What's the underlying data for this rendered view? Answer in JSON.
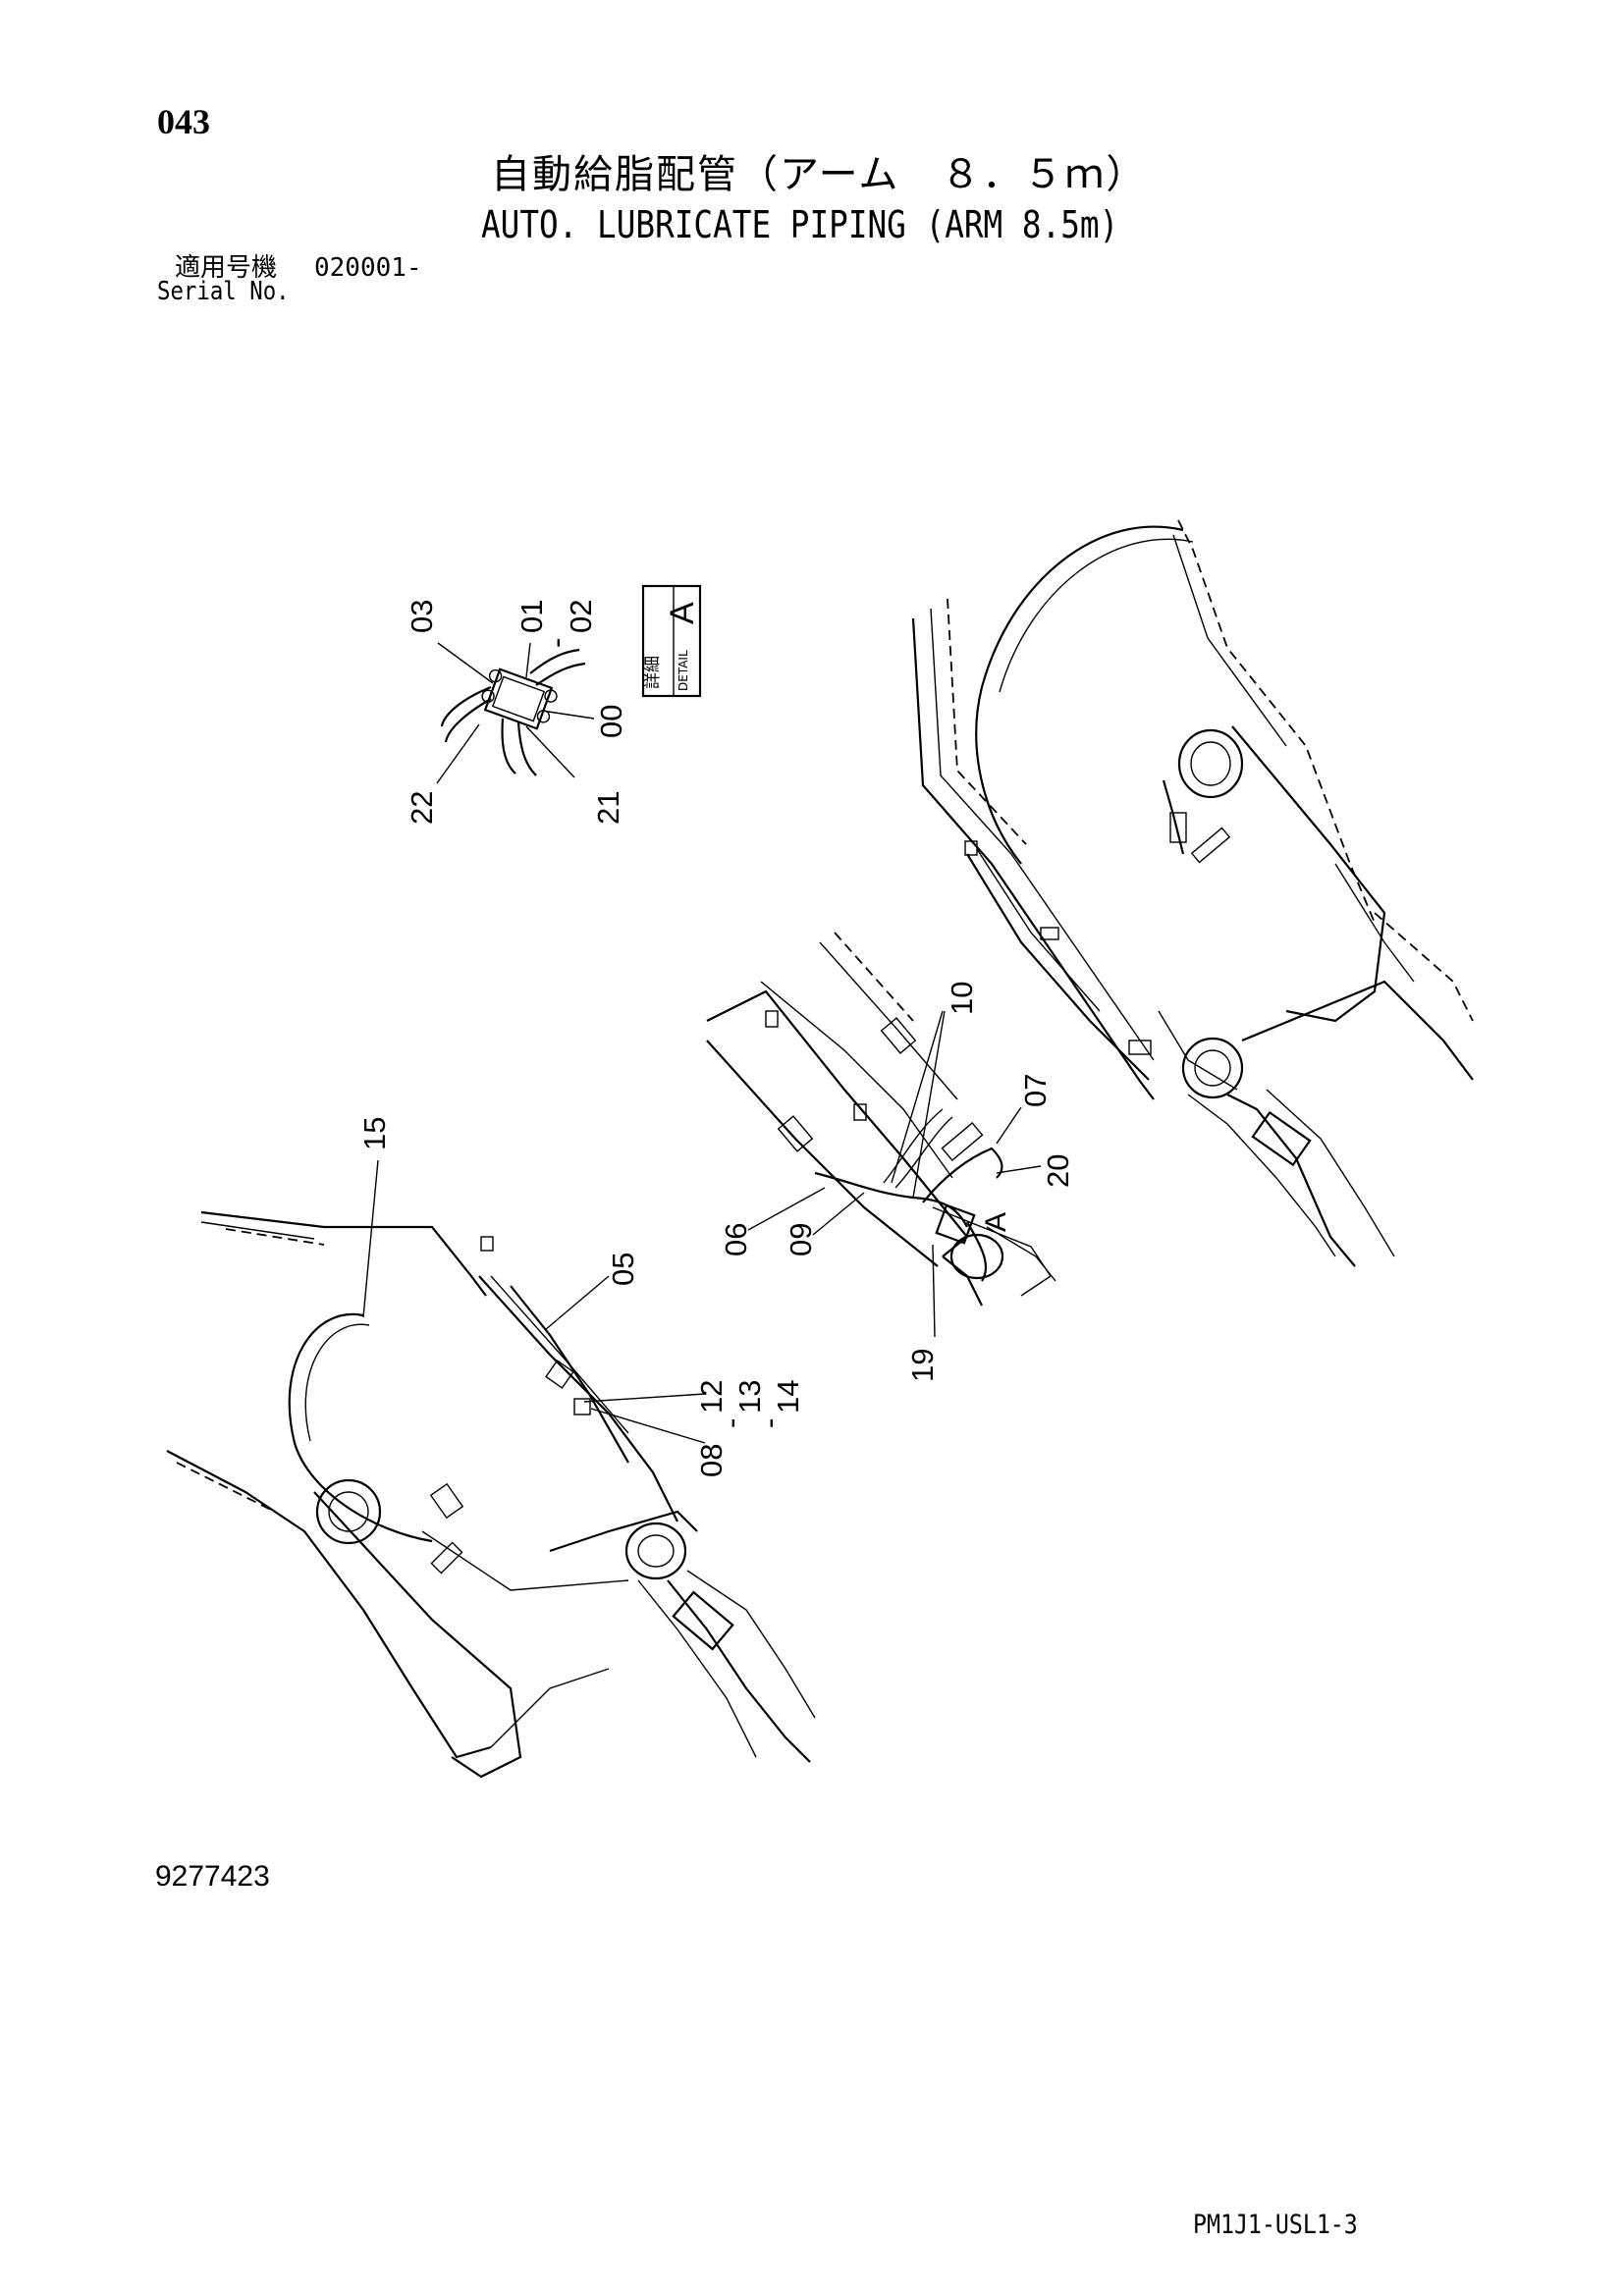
{
  "header": {
    "page_number": "043",
    "title_ja": "自動給脂配管（アーム　８．５ｍ）",
    "title_en": "AUTO. LUBRICATE PIPING (ARM 8.5m)",
    "serial_label_ja": "適用号機",
    "serial_value": "020001-",
    "serial_label_en": "Serial No."
  },
  "detail_box": {
    "label_ja": "詳細",
    "label_en": "DETAIL",
    "letter": "A"
  },
  "detail_marker": "A",
  "callouts": {
    "c00": "00",
    "c01": "01",
    "c02": "02",
    "c03": "03",
    "c05": "05",
    "c06": "06",
    "c07": "07",
    "c08": "08",
    "c09": "09",
    "c10": "10",
    "c12": "12",
    "c13": "13",
    "c14": "14",
    "c15": "15",
    "c19": "19",
    "c20": "20",
    "c21": "21",
    "c22": "22",
    "dash": "-"
  },
  "footer": {
    "document_number": "9277423",
    "drawing_code": "PM1J1-USL1-3"
  }
}
